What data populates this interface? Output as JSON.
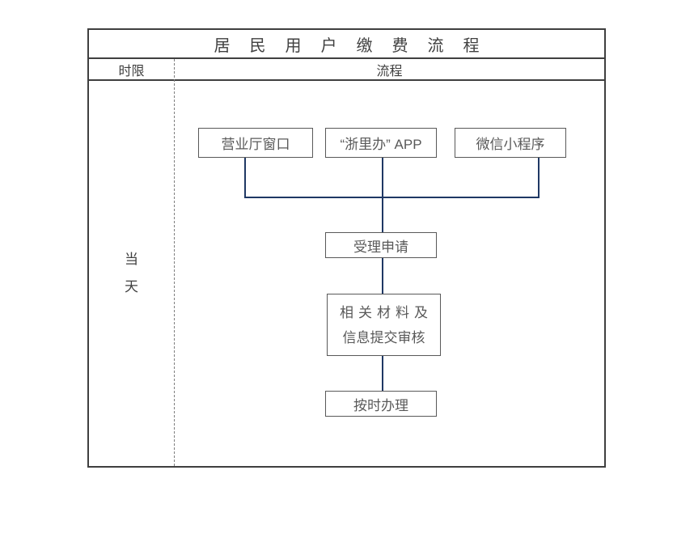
{
  "title": "居民用户缴费流程",
  "table": {
    "col_time_header": "时限",
    "col_flow_header": "流程",
    "time_value": "当天"
  },
  "flow": {
    "channels": [
      {
        "label": "营业厅窗口"
      },
      {
        "label": "“浙里办” APP"
      },
      {
        "label": "微信小程序"
      }
    ],
    "steps": [
      {
        "label": "受理申请"
      },
      {
        "lines": [
          "相关材料及",
          "信息提交审核"
        ]
      },
      {
        "label": "按时办理"
      }
    ]
  },
  "colors": {
    "connector": "#1f3864",
    "frame_border": "#3f3f3f",
    "box_border": "#595959",
    "text_primary": "#404040",
    "text_secondary": "#595959",
    "background": "#ffffff"
  }
}
